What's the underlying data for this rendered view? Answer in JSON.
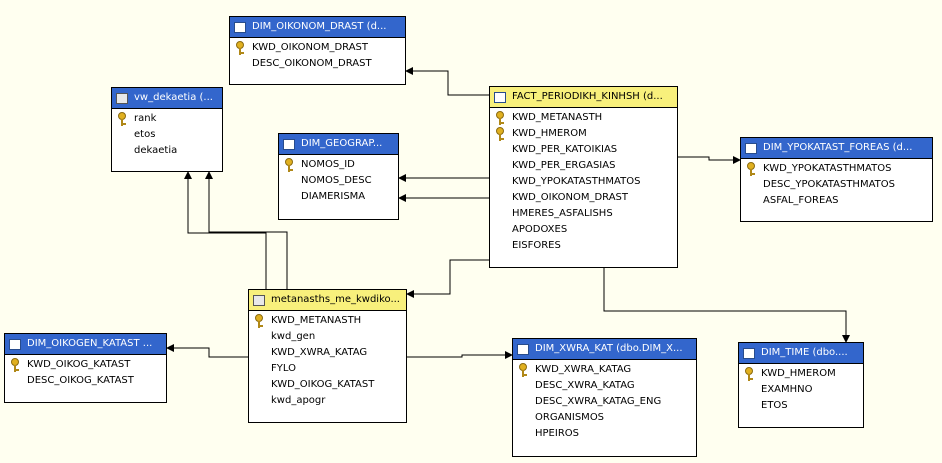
{
  "colors": {
    "background": "#fffff0",
    "table_header": "#3366cc",
    "selected_header": "#f8f07c",
    "primary_key": "#e0b020"
  },
  "tables": [
    {
      "id": "dim-oikonom-drast",
      "title": "DIM_OIKONOM_DRAST (d...",
      "type": "table",
      "selected": false,
      "columns": [
        {
          "name": "KWD_OIKONOM_DRAST",
          "key": true
        },
        {
          "name": "DESC_OIKONOM_DRAST",
          "key": false
        }
      ]
    },
    {
      "id": "vw-dekaetia",
      "title": "vw_dekaetia (...",
      "type": "view",
      "selected": false,
      "columns": [
        {
          "name": "rank",
          "key": true
        },
        {
          "name": "etos",
          "key": false
        },
        {
          "name": "dekaetia",
          "key": false
        }
      ]
    },
    {
      "id": "fact-periodikh-kinhsh",
      "title": "FACT_PERIODIKH_KINHSH (d...",
      "type": "table",
      "selected": true,
      "columns": [
        {
          "name": "KWD_METANASTH",
          "key": true
        },
        {
          "name": "KWD_HMEROM",
          "key": true
        },
        {
          "name": "KWD_PER_KATOIKIAS",
          "key": false
        },
        {
          "name": "KWD_PER_ERGASIAS",
          "key": false
        },
        {
          "name": "KWD_YPOKATASTHMATOS",
          "key": false
        },
        {
          "name": "KWD_OIKONOM_DRAST",
          "key": false
        },
        {
          "name": "HMERES_ASFALISHS",
          "key": false
        },
        {
          "name": "APODOXES",
          "key": false
        },
        {
          "name": "EISFORES",
          "key": false
        }
      ]
    },
    {
      "id": "dim-geograp",
      "title": "DIM_GEOGRAP...",
      "type": "table",
      "selected": false,
      "columns": [
        {
          "name": "NOMOS_ID",
          "key": true
        },
        {
          "name": "NOMOS_DESC",
          "key": false
        },
        {
          "name": "DIAMERISMA",
          "key": false
        }
      ]
    },
    {
      "id": "dim-ypokatast-foreas",
      "title": "DIM_YPOKATAST_FOREAS (d...",
      "type": "table",
      "selected": false,
      "columns": [
        {
          "name": "KWD_YPOKATASTHMATOS",
          "key": true
        },
        {
          "name": "DESC_YPOKATASTHMATOS",
          "key": false
        },
        {
          "name": "ASFAL_FOREAS",
          "key": false
        }
      ]
    },
    {
      "id": "metanasths-me-kwdiko",
      "title": "metanasths_me_kwdiko...",
      "type": "view",
      "selected": true,
      "columns": [
        {
          "name": "KWD_METANASTH",
          "key": true
        },
        {
          "name": "kwd_gen",
          "key": false
        },
        {
          "name": "KWD_XWRA_KATAG",
          "key": false
        },
        {
          "name": "FYLO",
          "key": false
        },
        {
          "name": "KWD_OIKOG_KATAST",
          "key": false
        },
        {
          "name": "kwd_apogr",
          "key": false
        }
      ]
    },
    {
      "id": "dim-oikogen-katast",
      "title": "DIM_OIKOGEN_KATAST ...",
      "type": "table",
      "selected": false,
      "columns": [
        {
          "name": "KWD_OIKOG_KATAST",
          "key": true
        },
        {
          "name": "DESC_OIKOG_KATAST",
          "key": false
        }
      ]
    },
    {
      "id": "dim-xwra-kat",
      "title": "DIM_XWRA_KAT (dbo.DIM_X...",
      "type": "table",
      "selected": false,
      "columns": [
        {
          "name": "KWD_XWRA_KATAG",
          "key": true
        },
        {
          "name": "DESC_XWRA_KATAG",
          "key": false
        },
        {
          "name": "DESC_XWRA_KATAG_ENG",
          "key": false
        },
        {
          "name": "ORGANISMOS",
          "key": false
        },
        {
          "name": "HPEIROS",
          "key": false
        }
      ]
    },
    {
      "id": "dim-time",
      "title": "DIM_TIME (dbo....",
      "type": "table",
      "selected": false,
      "columns": [
        {
          "name": "KWD_HMEROM",
          "key": true
        },
        {
          "name": "EXAMHNO",
          "key": false
        },
        {
          "name": "ETOS",
          "key": false
        }
      ]
    }
  ]
}
